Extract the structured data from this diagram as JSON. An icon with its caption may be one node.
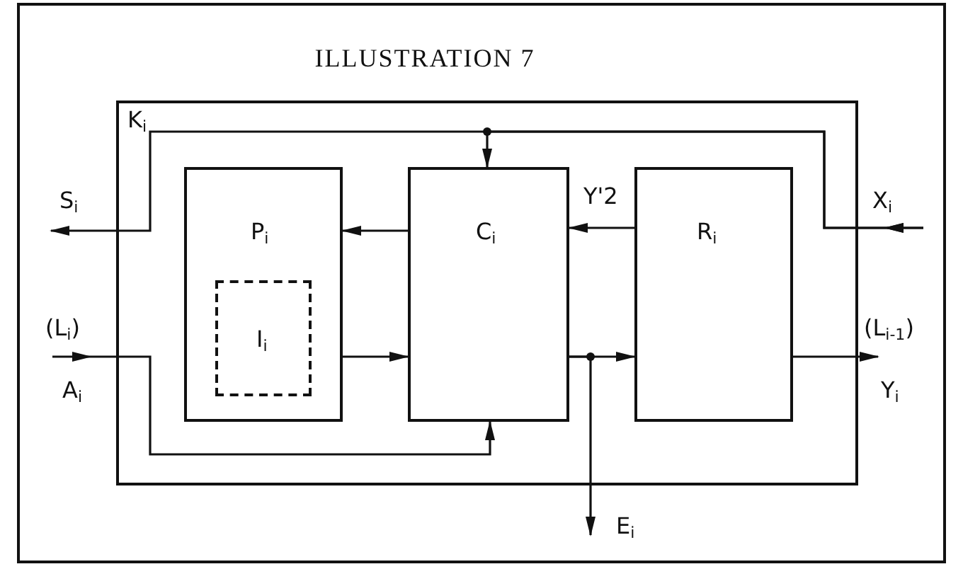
{
  "diagram": {
    "title": "ILLUSTRATION 7",
    "nodes": [
      {
        "text": [
          "K$_{i}$"
        ]
      },
      {
        "text": [
          "P$_{i}$"
        ],
        "in": 0
      },
      {
        "text": [
          "I$_{i}$"
        ],
        "in": 1
      },
      {
        "text": [
          "C$_{i}$"
        ],
        "in": 0
      },
      {
        "text": [
          "R$_{i}$"
        ],
        "in": 0
      },
      {
        "text": [
          "S$_{i}$"
        ]
      },
      {
        "text": [
          "X$_{i}$"
        ]
      },
      {
        "text": [
          "A$_{i}$"
        ]
      },
      {
        "text": [
          "Y$_{i}$"
        ]
      },
      {
        "text": [
          "E$_{i}$"
        ]
      }
    ],
    "edges": [
      {
        "from": 6,
        "to": 5,
        "arrow": "to"
      },
      {
        "from": 6,
        "to": 3,
        "arrow": "to"
      },
      {
        "from": 3,
        "to": 1,
        "arrow": "to"
      },
      {
        "from": 4,
        "to": 3,
        "arrow": "to",
        "label": "Y'2"
      },
      {
        "from": 7,
        "to": 3,
        "arrow": "to"
      },
      {
        "from": 1,
        "to": 3,
        "arrow": "to"
      },
      {
        "from": 3,
        "to": 4,
        "arrow": "to"
      },
      {
        "from": 3,
        "to": 9,
        "arrow": "to"
      },
      {
        "from": 4,
        "to": 8,
        "arrow": "to"
      }
    ],
    "labels": [
      "(L$_{i}$)",
      "(L$_{i-1}$)"
    ]
  }
}
